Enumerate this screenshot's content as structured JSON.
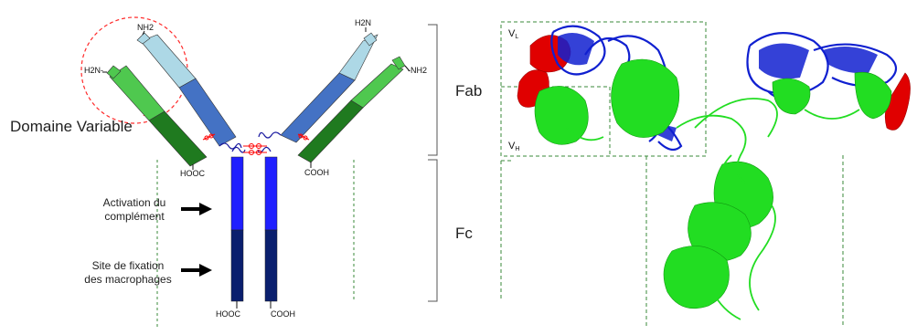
{
  "labels": {
    "domaine_variable": "Domaine Variable",
    "fab": "Fab",
    "fc": "Fc",
    "activation_line1": "Activation du",
    "activation_line2": "complément",
    "site_line1": "Site de fixation",
    "site_line2": "des macrophages",
    "vl_main": "V",
    "vl_sub": "L",
    "vh_main": "V",
    "vh_sub": "H"
  },
  "chem": {
    "nh2_left_light": "NH2",
    "h2n_left_heavy": "H2N-",
    "h2n_right_light": "H2N",
    "nh2_right_heavy": "-NH2",
    "hooc_left_fab": "HOOC",
    "cooh_right_fab": "COOH",
    "hooc_bottom": "HOOC",
    "cooh_bottom": "COOH"
  },
  "colors": {
    "light_chain_variable": "#add8e6",
    "light_chain_constant": "#4472c4",
    "heavy_chain_variable": "#4fc84f",
    "heavy_chain_constant": "#1f7a1f",
    "fc_upper": "#1f1fff",
    "fc_lower": "#0a1f6e",
    "disulfide": "#ff0000",
    "guide_lines": "#3a8a3a",
    "protein_red": "#e00000",
    "protein_blue": "#1020d0",
    "protein_green": "#22dd22"
  }
}
